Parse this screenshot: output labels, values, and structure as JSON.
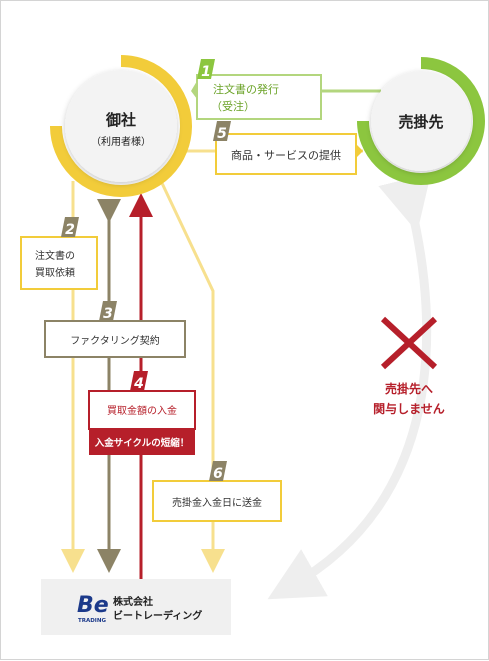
{
  "company": {
    "name": "御社",
    "sub": "（利用者様）"
  },
  "customer": {
    "name": "売掛先"
  },
  "steps": [
    {
      "num": "1",
      "lines": [
        "注文書の発行",
        "（受注）"
      ]
    },
    {
      "num": "2",
      "lines": [
        "注文書の",
        "買取依頼"
      ]
    },
    {
      "num": "3",
      "lines": [
        "ファクタリング契約"
      ]
    },
    {
      "num": "4",
      "lines": [
        "買取金額の入金"
      ],
      "highlight": "入金サイクルの短縮！"
    },
    {
      "num": "5",
      "lines": [
        "商品・サービスの提供"
      ]
    },
    {
      "num": "6",
      "lines": [
        "売掛金入金日に送金"
      ]
    }
  ],
  "note": {
    "lines": [
      "売掛先へ",
      "関与しません"
    ]
  },
  "logo": {
    "mark": "Be",
    "sub": "TRADING",
    "line1": "株式会社",
    "line2": "ビートレーディング"
  },
  "colors": {
    "yellow": "#f2cc3a",
    "lightYellow": "#f7e08e",
    "green": "#8cc63f",
    "lightGreen": "#b3d67e",
    "olive": "#8c8366",
    "darkRed": "#b61f2a",
    "grey": "#8a8a8a"
  }
}
